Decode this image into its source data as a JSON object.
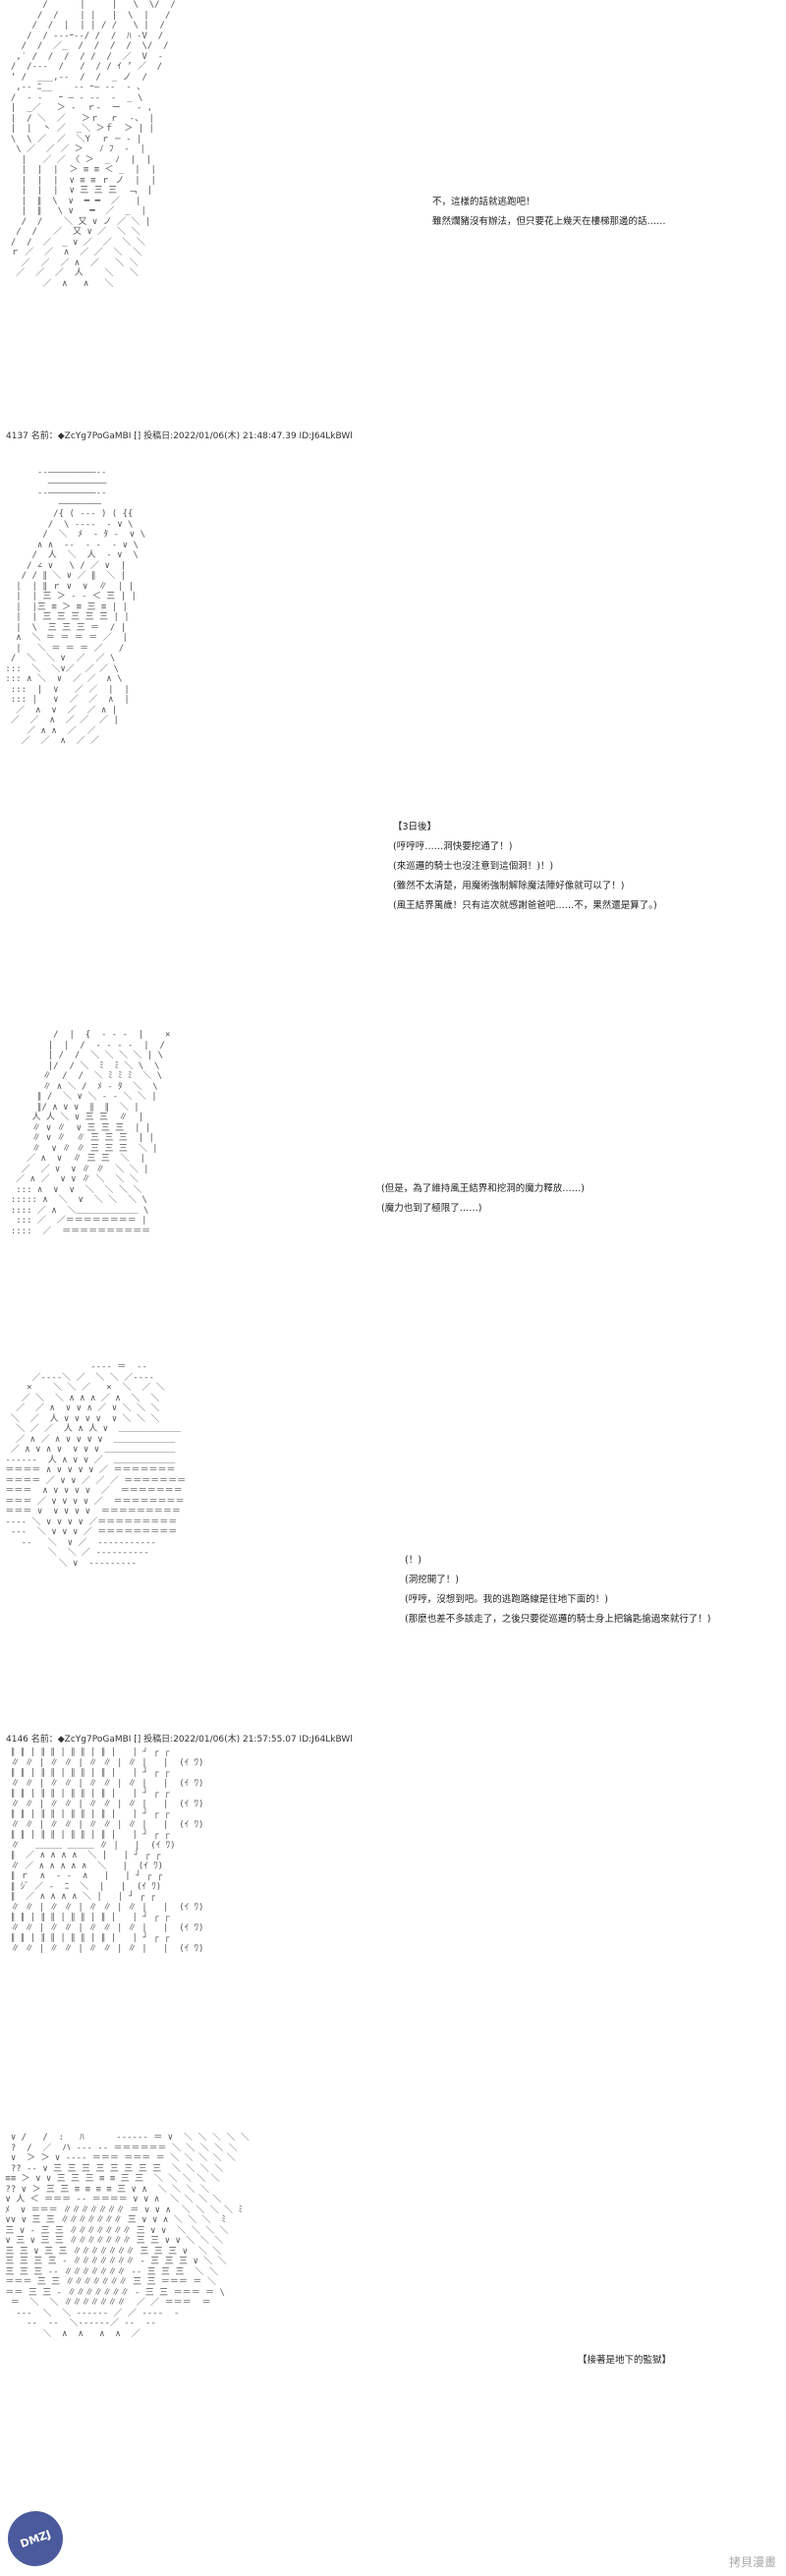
{
  "panel1": {
    "art": "        /      |     |   \\  \\/  /\n       /  /    | |   |  \\  |   /\n      /  /  |  | | / /   \\ |  /\n     /  / ---ｰ‐-/ /  /  ﾊ ‐V  /\n    /  /  ／_  /  /  /  /  \\/  /\n   ,′ /  /  /  / /  /  ／  V  ‐\n  /  /--‐  /   /  / / ｲ ’ ／  /\n  ‘ /  ___,-‐  /  /  _ ノ  /\n   ,-‐ ﾆ__    ‐- ｰ― ‐-  ‐ 、\n  /  ‐ ‐   ｰ ― ‐ ‐-  ‐  _ \\\n  |  _／   ＞ ‐  ｒ‐  ー   ‐ ,\n  |  / ＼  ／   ＞ｒ  ｒ  ‐、 |\n  |  |  丶 ／  _＼ ＞ｆ  ＞ | |\n  \\  \\ ／  ／  ＼Y  ｒ ─ ‐ |\n   \\ ／  ／ ／ ＞   ﾉ ﾌ  ‐  |\n    |   ／ ／ 〈 ＞  _ ﾉ  |  |\n    |  |  |  ＞ ≡ ≡ ＜ _  |  |\n    |  |  |  ∨ ≡ ≡ ｒ ノ  |  |\n    |  |  |  ∨ 三 三 三  ﹁  |\n    |  ∥  \\  ∨  ━ ━  ／   |\n    |  ∥   \\ ∨   ━  ／  _  |\n    /  /    ＼ 又 ∨ ノ ／ ＼ |\n   /  /   ／  又 ∨ ／  ＼ ＼\n  /  /  ／  _ ∨ ／  ／  ＼ ＼\n  ｒ ／  ／  ∧  ／ ／  ＼  ＼\n    ／  ／  ／ ∧  ／   ＼ ＼\n   ／  ／  ／  人    ＼   ＼\n        ／  ∧   ∧   ＼",
    "lines": [
      "不，這樣的話就逃跑吧！",
      "雖然爛豬沒有辦法，但只要花上幾天在樓梯那邊的話……"
    ]
  },
  "header1": "4137 名前：◆ZcYg7PoGaMBI [] 投稿日:2022/01/06(木) 21:48:47.39 ID:J64LkBWl",
  "panel2": {
    "art": "       ‐‐―――――――――‐‐\n         ―――――――――――\n       ‐‐―――――――――‐‐\n           ――――――――\n          /{ ( ‐‐‐ ) ( {{\n         /  \\ ‐‐‐‐  ‐ ∨ \\\n        /  ＼  ﾒ  ‐ ﾀ ‐  ∨ \\\n       ∧ ∧  ‐‐  ‐ ‐  ‐ ∨ \\\n      /  人  ＼  人  ‐ ∨  \\\n     / ∠ ∨   \\ / ／ ∨  |\n    / / ∥ ＼ ∨ ／ ∥  ＼ |\n   |  | ∥ ｒ ∨  ∨  ∥  | |\n   |  | 三 ＞ ‐ ‐ ＜ 三 | |\n   |  |三 ≡ ＞ ≡ 三 ≡ | |\n   |  | 三 三 三 三 三 | |\n   |  \\  三 三 三 ＝  / |\n   ∧  ＼ ＝ ＝ ＝ ＝ ／  |\n   |   ＼ ＝ ＝ ＝ ／   /\n  /  ＼  ＼ ∨  ／  ／ \\\n :::  ＼  ＼∨／  ／ ／ \\\n ::: ∧ ＼  ∨  ／ ／  ∧ \\\n  :::  |  ∨   ／ ／  |  |\n  ::: |   ∨  ／  ／  ∧  |\n   ／  ∧  ∨  ／  ／ ∧ |\n  ／  ／  ∧  ／ ／  ／ |\n     ／ ∧ ∧  ／  ／\n    ／  ／  ∧  ／ ／",
    "lines": [
      "【3日後】",
      "(哼哼哼……洞快要挖通了！)",
      "(來巡邏的騎士也沒注意到這個洞！)！)",
      "(雖然不太清楚，用魔術強制解除魔法陣好像就可以了！)",
      "(風王結界萬歲！只有這次就感謝爸爸吧……不，果然還是算了。)"
    ]
  },
  "panel3": {
    "art": "          /  |  {  ‐ ‐ ‐  |    ×\n         |  |  /  ‐ ‐ ‐ ‐  |  /\n         | /  /  ＼ ＼ ＼ ＼ | \\\n         |/  / ＼  ﾐ  ﾐ ＼ \\  \\\n        ∥  /  /  ＼ ﾐ ﾐ ﾐ  ＼ \\\n        ∥ ∧ ＼ /  ﾒ ‐ ﾀ  ＼  \\\n       ∥ /  ＼ ∨ ＼ ‐ ‐ ＼ ＼ |\n       ∥/ ∧ ∨ ∨  ∥  ∥  ＼ |\n      人 人 ＼ ∨ 三 三  ∥  |\n      ∥ ∨ ∥  ∨ 三 三 三  | |\n      ∥ ∨ ∥  ∥ 三 三 三  | |\n      ∥  ∨ ∥ ∥ 三 三 三  ＼ |\n     ／ ∧  ∨  ∥ 三 三  ＼  |\n    ／  ／ ∨  ∨ ∥ ∥  ＼ ＼ |\n   ／ ∧ ／  ∨ ∨ ∥ ＼  ＼ ＼\n   ::: ∧  ∨  ∨  ＼  ＼ ＼ ＼\n  ::::: ∧  ＼  ∨  ＼ ＼  ＼ \\\n  :::: ／ ∧  ＼＿＿＿＿＿＿＿ \\\n   ::: ／  ／＝＝＝＝＝＝＝＝ |\n  ::::  ／  ＝＝＝＝＝＝＝＝＝＝",
    "lines": [
      "(但是，為了維持風王結界和挖洞的魔力釋放……)",
      "(魔力也到了極限了……)"
    ]
  },
  "panel4": {
    "art": "                 ‐‐‐‐ ＝  ‐‐\n      ／‐‐‐‐＼ ／  ＼ ＼ ／‐‐‐‐\n     ×    ＼ ＼ ／   ×  ＼  ／ ＼\n    ／ ＼  ＼ ∧ ∧ ∧ ／ ∧  ＼  ＼\n   ／  ／ ∧  ∨ ∨ ∧ ／ ∨ ＼ ＼ ＼\n  ＼  ／  人 ∨ ∨ ∨ ∨  ∨ ＼ ＼ ＼\n   ＼ ／ ／  人 ∧ 人 ∨  ＿＿＿＿＿＿＿\n   ／ ∧ ／ ∧ ∨ ∨ ∨ ∨  ＿＿＿＿＿＿＿\n  ／ ∧ ∨ ∧ ∨  ∨ ∨ ∨ ＿＿＿＿＿＿＿＿\n ‐‐‐‐‐‐  人 ∧ ∨ ∨ ／  ＿＿＿＿＿＿＿\n ＝＝＝＝ ∧ ∨ ∨ ∨ ∨ ／ ＝＝＝＝＝＝＝\n ＝＝＝＝ ／ ∨ ∨ ／ ／ ／ ＝＝＝＝＝＝＝\n ＝＝＝  ∧ ∨ ∨ ∨ ∨  ／  ＝＝＝＝＝＝＝\n ＝＝＝ ／ ∨ ∨ ∨ ∨ ／  ＝＝＝＝＝＝＝＝\n ＝＝＝ ∨  ∨ ∨ ∨ ∨  ＝＝＝＝＝＝＝＝＝\n ‐‐‐‐ ＼ ∨ ∨ ∨ ∨ ／＝＝＝＝＝＝＝＝＝\n  ‐‐‐  ＼ ∨ ∨ ∨ ／ ＝＝＝＝＝＝＝＝＝\n    ‐‐   ＼  ∨ ／  ‐‐‐‐‐‐‐‐‐‐‐\n         ＼  ＼ ／ ‐‐‐‐‐‐‐‐‐‐\n           ＼ ∨  ‐‐‐‐‐‐‐‐‐",
    "lines": [
      "(！)",
      "(洞挖開了！)",
      "(哼哼，沒想到吧。我的逃跑路線是往地下面的！)",
      "(那麼也差不多該走了，之後只要從巡邏的騎士身上把鑰匙搶過來就行了！)"
    ]
  },
  "header2": "4146 名前：◆ZcYg7PoGaMBI [] 投稿日:2022/01/06(木) 21:57:55.07 ID:J64LkBWl",
  "panel5": {
    "art": "  ∥ ∥ | ∥ ∥ | ∥ ∥ | ∥ |   | ┘ ┌ ┌\n  ∥ ∥ | ∥ ∥ | ∥ ∥ | ∥ |   |  (ｲ ﾜ)\n  ∥ ∥ | ∥ ∥ | ∥ ∥ | ∥ |   | ┘ ┌ ┌\n  ∥ ∥ | ∥ ∥ | ∥ ∥ | ∥ |   |  (ｲ ﾜ)\n  ∥ ∥ | ∥ ∥ | ∥ ∥ | ∥ |   | ┘ ┌ ┌\n  ∥ ∥ | ∥ ∥ | ∥ ∥ | ∥ |   |  (ｲ ﾜ)\n  ∥ ∥ | ∥ ∥ | ∥ ∥ | ∥ |   | ┘ ┌ ┌\n  ∥ ∥ | ∥ ∥ | ∥ ∥ | ∥ |   |  (ｲ ﾜ)\n  ∥ ∥ | ∥ ∥ | ∥ ∥ | ∥ |   | ┘ ┌ ┌\n  ∥   ＿＿＿ ＿＿＿ ∥ |   |  (ｲ ﾜ)\n  ∥  ／ ∧ ∧ ∧ ∧  ＼ |   | ┘ ┌ ┌\n  ∥ ／ ∧ ∧ ∧ ∧ ∧  ＼   |  (ｲ ﾜ)\n  ∥ ｒ  ∧  ‐ ‐  ∧   |   | ┘ ┌ ┌\n  ∥ ｼﾞ ／ ‐  ﾆ  ＼  |   |  (ｲ ﾜ)\n  ∥  ／ ∧ ∧ ∧ ∧ ＼ |   | ┘ ┌ ┌\n  ∥ ∥ | ∥ ∥ | ∥ ∥ | ∥ |   |  (ｲ ﾜ)\n  ∥ ∥ | ∥ ∥ | ∥ ∥ | ∥ |   | ┘ ┌ ┌\n  ∥ ∥ | ∥ ∥ | ∥ ∥ | ∥ |   |  (ｲ ﾜ)\n  ∥ ∥ | ∥ ∥ | ∥ ∥ | ∥ |   | ┘ ┌ ┌\n  ∥ ∥ | ∥ ∥ | ∥ ∥ | ∥ |   |  (ｲ ﾜ)"
  },
  "panel6": {
    "art": "  ∨ /   /  :   ﾊ      ‐‐‐‐‐‐ ＝ ∨  ＼ ＼ ＼ ＼ ＼\n  ?  /  ／  ハ ‐‐‐ ‐‐ ＝＝＝＝＝＝ ＼ ＼ ＼ ＼ ＼\n  ∨  ＞ ＞ ∨ ‐‐‐‐ ＝＝＝ ＝＝＝ ＝ ＼ ＼ ＼ ＼ ＼\n  ?? ‐‐ ∨ 三 三 三 三 三 三 三 三  ＼ ＼ ＼ ＼\n ≡≡ ＞ ∨ ∨ 三 三 三 ≡ ≡ 三 三  ＼ ＼ ＼ ＼ ＼\n ?? ∨ ＞ 三 三 ≡ ≡ ≡ ≡ 三 ∨ ∧  ＼ ＼ ＼ ＼\n ∨ 人 ＜ ＝＝＝ ‐‐ ＝＝＝＝ ∨ ∨ ∧  ＼ ＼ ＼ ＼\n ﾒ  ∨ ＝＝＝ ∥∥∥∥∥∥∥ ＝ ∨ ∨ ∧  ＼ ＼ ＼ ＼ ﾐ\n ∨∨ ∨ 三 三 ∥∥∥∥∥∥∥ 三 ∨ ∨ ∧ ＼ ＼ ＼  ﾐ\n 三 ∨ ‐ 三 三 ∥∥∥∥∥∥∥ 三 ∨ ∨  ＼ ＼ ＼ ＼\n ∨ 三 ∨ 三 三 ∥∥∥∥∥∥∥ 三 三 ∨ ∨ ＼ ＼ ＼\n 三 三 ∨ 三 三 ∥∥∥∥∥∥∥ 三 三 三 ∨  ＼ ＼\n 三 三 三 三 ‐ ∥∥∥∥∥∥∥ ‐ 三 三 三 ∨ ＼ ＼\n 三 三 三 ‐‐ ∥∥∥∥∥∥∥ ‐‐ 三 三 三  ＼ ＼\n ＝＝＝ 三 三 ∥∥∥∥∥∥∥ 三 三 ＝＝＝ ＝ ＼\n ＝＝ 三 三 ‐ ∥∥∥∥∥∥∥ ‐ 三 三 ＝＝＝ ＝ \\\n  ＝  ＼  ＼ ∥∥∥∥∥∥∥  ／ ／ ＝＝＝  ＝\n   ‐‐‐  ＼  ＼ ‐‐‐‐‐‐ ／ ／ ‐‐‐‐  ‐\n     ‐‐  ‐‐  ＼‐‐‐‐‐‐／ ‐‐  ‐‐\n        ＼  ∧  ∧   ∧  ∧  ／",
    "lines": [
      "【接著是地下的監獄】"
    ]
  },
  "watermark": {
    "badge": "DMZJ",
    "site": "拷貝漫畫"
  }
}
